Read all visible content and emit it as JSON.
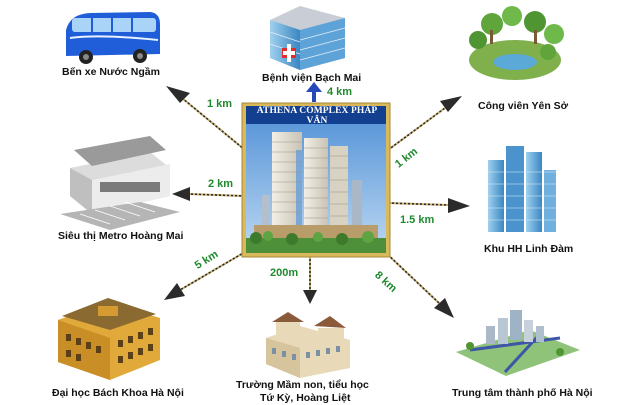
{
  "center": {
    "title": "ATHENA COMPLEX PHÁP VÂN"
  },
  "destinations": [
    {
      "id": "bus-station",
      "label": "Bến xe Nước Ngầm",
      "distance": "1 km"
    },
    {
      "id": "hospital",
      "label": "Bệnh viện Bạch Mai",
      "distance": "4 km"
    },
    {
      "id": "park",
      "label": "Công viên Yên Sở",
      "distance": "1 km"
    },
    {
      "id": "supermarket",
      "label": "Siêu thị Metro Hoàng Mai",
      "distance": "2 km"
    },
    {
      "id": "residential",
      "label": "Khu HH Linh Đàm",
      "distance": "1.5 km"
    },
    {
      "id": "university",
      "label": "Đại học Bách Khoa Hà Nội",
      "distance": "5 km"
    },
    {
      "id": "schools",
      "label_line1": "Trường Mầm non, tiểu học",
      "label_line2": "Tứ Kỳ, Hoàng Liệt",
      "distance": "200m"
    },
    {
      "id": "city-center",
      "label": "Trung tâm thành phố Hà Nội",
      "distance": "8 km"
    }
  ],
  "colors": {
    "frame": "#d9b95a",
    "title_bg": "#123f8f",
    "distance_text": "#1f8a2e",
    "arrow": "#2b2b2b",
    "hospital_arrow": "#2648b8"
  }
}
